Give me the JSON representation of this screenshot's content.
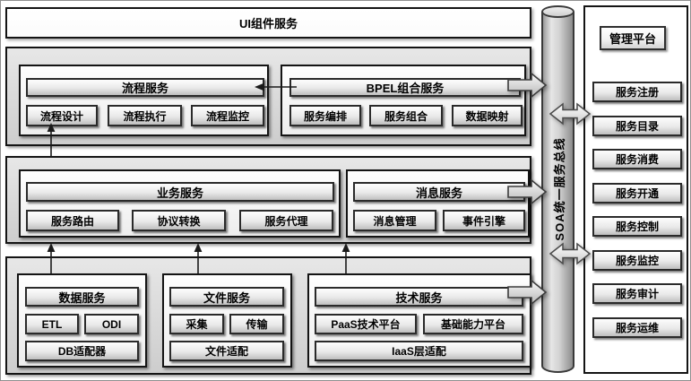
{
  "top_bar": {
    "label": "UI组件服务"
  },
  "bus": {
    "label": "SOA统一服务总线"
  },
  "process_group": {
    "process": {
      "header": "流程服务",
      "items": [
        "流程设计",
        "流程执行",
        "流程监控"
      ]
    },
    "bpel": {
      "header": "BPEL组合服务",
      "items": [
        "服务编排",
        "服务组合",
        "数据映射"
      ]
    }
  },
  "business_group": {
    "business": {
      "header": "业务服务",
      "items": [
        "服务路由",
        "协议转换",
        "服务代理"
      ]
    },
    "message": {
      "header": "消息服务",
      "items": [
        "消息管理",
        "事件引擎"
      ]
    }
  },
  "resource_group": {
    "data": {
      "header": "数据服务",
      "row": [
        "ETL",
        "ODI"
      ],
      "footer": "DB适配器"
    },
    "file": {
      "header": "文件服务",
      "row": [
        "采集",
        "传输"
      ],
      "footer": "文件适配"
    },
    "tech": {
      "header": "技术服务",
      "row": [
        "PaaS技术平台",
        "基础能力平台"
      ],
      "footer": "IaaS层适配"
    }
  },
  "management": {
    "title": "管理平台",
    "items": [
      "服务注册",
      "服务目录",
      "服务消费",
      "服务开通",
      "服务控制",
      "服务监控",
      "服务审计",
      "服务运维"
    ]
  },
  "colors": {
    "box_border": "#141414",
    "box_fill_top": "#fdfdfd",
    "box_fill_bottom": "#bfbfbf",
    "group_fill": "#d9d9d9"
  }
}
